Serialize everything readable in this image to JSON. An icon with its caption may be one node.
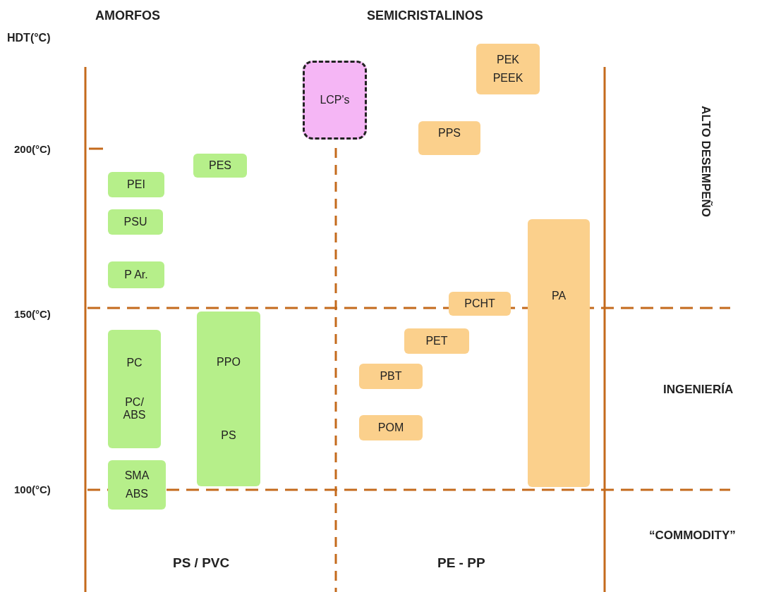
{
  "diagram": {
    "nodes": [
      {
        "text": [
          "PEK",
          "PEEK"
        ]
      },
      {
        "text": [
          "LCP's"
        ]
      },
      {
        "text": [
          "PPS"
        ]
      },
      {
        "text": [
          "PES"
        ]
      },
      {
        "text": [
          "PEI"
        ]
      },
      {
        "text": [
          "PSU"
        ]
      },
      {
        "text": [
          "PA"
        ]
      },
      {
        "text": [
          "P Ar."
        ]
      },
      {
        "text": [
          "PCHT"
        ]
      },
      {
        "text": [
          "PPO",
          "PS"
        ]
      },
      {
        "text": [
          "PC",
          "PC/ ABS"
        ]
      },
      {
        "text": [
          "PET"
        ]
      },
      {
        "text": [
          "PBT"
        ]
      },
      {
        "text": [
          "POM"
        ]
      },
      {
        "text": [
          "SMA",
          "ABS"
        ]
      }
    ],
    "labels": [
      "AMORFOS",
      "SEMICRISTALINOS",
      "HDT(°C)",
      "200(°C)",
      "ALTO DESEMPEÑO",
      "150(°C)",
      "INGENIERÍA",
      "100(°C)",
      "“COMMODITY”",
      "PS / PVC",
      "PE - PP"
    ]
  }
}
